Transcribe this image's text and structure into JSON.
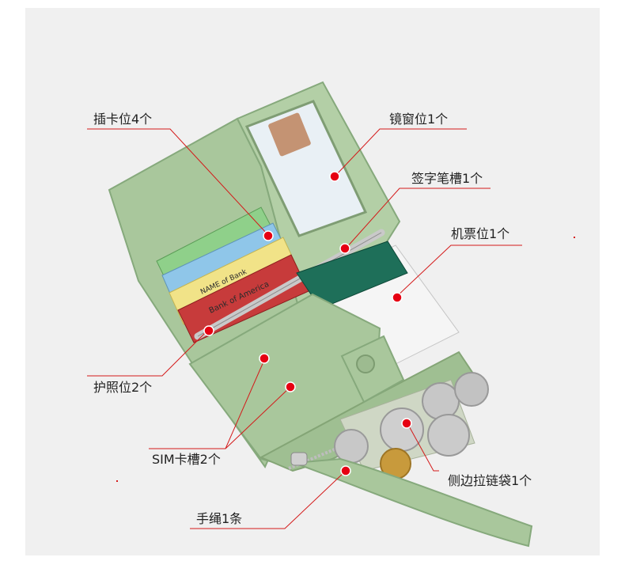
{
  "callouts": {
    "card_slots": "插卡位4个",
    "mirror_window": "镜窗位1个",
    "pen_slot": "签字笔槽1个",
    "ticket_slot": "机票位1个",
    "passport_slot": "护照位2个",
    "sim_slot": "SIM卡槽2个",
    "side_zip_pocket": "侧边拉链袋1个",
    "wrist_strap": "手绳1条"
  },
  "product_colors": {
    "leather": "#a9c79c",
    "leather_dark": "#8eb083",
    "callout_red": "#e60012",
    "background": "#f0f0f0"
  },
  "card_texts": [
    "NAME of Bank",
    "Bank of America"
  ]
}
